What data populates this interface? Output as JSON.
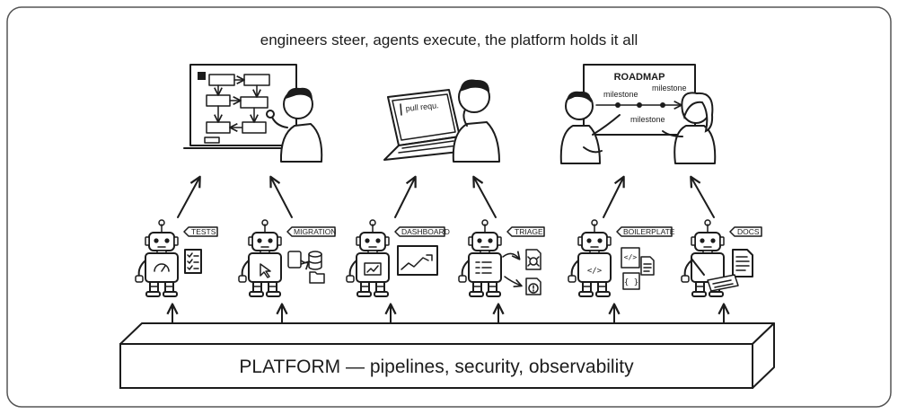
{
  "caption": "engineers steer, agents execute, the platform holds it all",
  "platform_label": "PLATFORM — pipelines, security, observability",
  "engineers": {
    "architect": {
      "icon": "whiteboard-diagram-icon"
    },
    "reviewer": {
      "icon": "laptop-icon",
      "screen_text": "pull requ."
    },
    "planners": {
      "icon": "roadmap-board-icon",
      "board_title": "ROADMAP",
      "milestones": [
        "milestone",
        "milestone",
        "milestone"
      ]
    }
  },
  "agents": [
    {
      "tag": "TESTS",
      "tool_icon": "checklist-icon",
      "screen_icon": "gauge-icon"
    },
    {
      "tag": "MIGRATION",
      "tool_icon": "database-icon",
      "screen_icon": "cursor-icon"
    },
    {
      "tag": "DASHBOARD",
      "tool_icon": "line-chart-icon",
      "screen_icon": "chart-icon"
    },
    {
      "tag": "TRIAGE",
      "tool_icon": "bug-report-icon",
      "screen_icon": "list-icon"
    },
    {
      "tag": "BOILERPLATE",
      "tool_icon": "code-file-icon",
      "screen_icon": "code-icon"
    },
    {
      "tag": "DOCS",
      "tool_icon": "document-icon",
      "screen_icon": "pen-icon"
    }
  ],
  "colors": {
    "ink": "#1c1c1c",
    "panel_border": "#555555",
    "background": "#ffffff"
  }
}
